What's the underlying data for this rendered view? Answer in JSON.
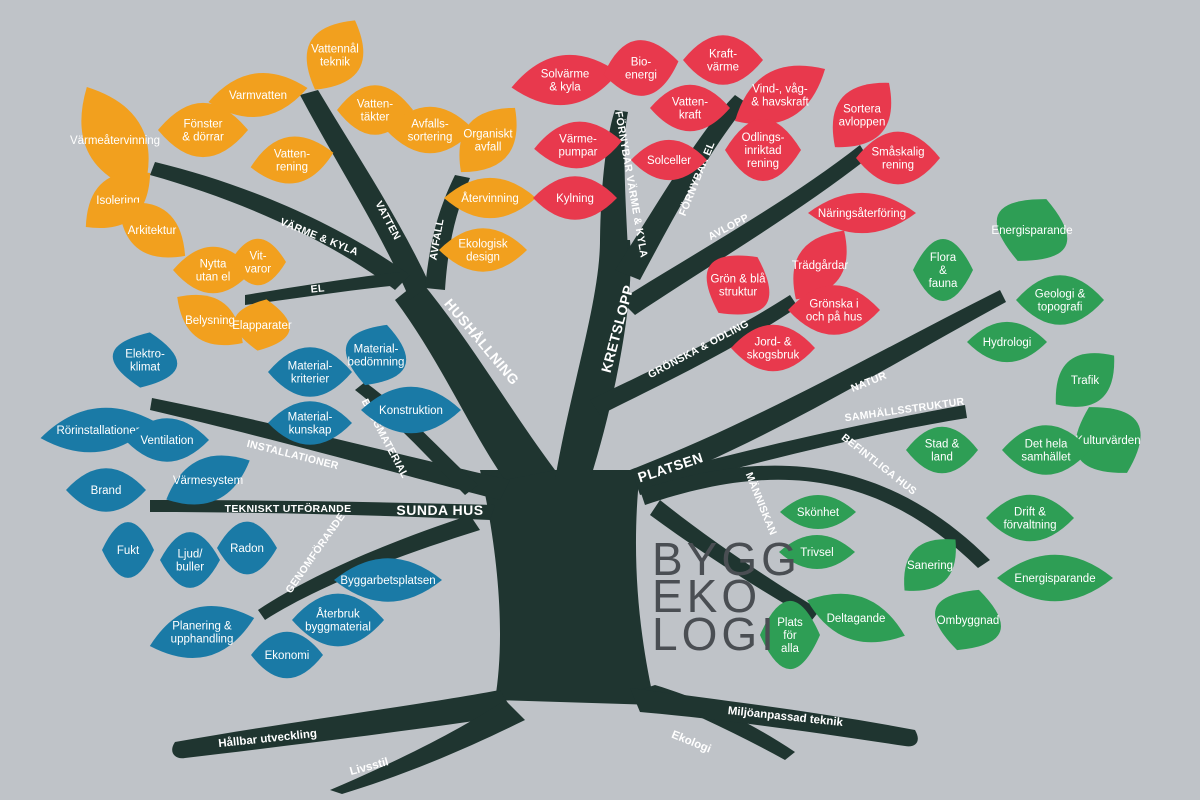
{
  "colors": {
    "background": "#bfc3c8",
    "trunk": "#1f3530",
    "orange": "#f2a01e",
    "red": "#e8394d",
    "blue": "#1a7aa6",
    "green": "#2e9e55"
  },
  "title": [
    "BYGG",
    "EKO",
    "LOGI"
  ],
  "major": {
    "hushallning": "HUSHÅLLNING",
    "kretslopp": "KRETSLOPP",
    "sunda_hus": "SUNDA HUS",
    "platsen": "PLATSEN"
  },
  "branches": {
    "varme_kyla": "VÄRME & KYLA",
    "vatten": "VATTEN",
    "avfall": "AVFALL",
    "el": "EL",
    "fornybar_varme": "FÖRNYBAR VÄRME & KYLA",
    "fornybar_el": "FÖRNYBAR EL",
    "avlopp": "AVLOPP",
    "gronska": "GRÖNSKA & ODLING",
    "installationer": "INSTALLATIONER",
    "byggmaterial": "BYGGMATERIAL",
    "tekniskt": "TEKNISKT UTFÖRANDE",
    "genomforande": "GENOMFÖRANDE",
    "natur": "NATUR",
    "samhallsstruktur": "SAMHÄLLSSTRUKTUR",
    "befintliga": "BEFINTLIGA HUS",
    "manniskan": "MÄNNISKAN"
  },
  "roots": {
    "hallbar": "Hållbar utveckling",
    "livsstil": "Livsstil",
    "ekologi": "Ekologi",
    "miljoanpassad": "Miljöanpassad teknik"
  },
  "leaves": {
    "orange": [
      [
        "Värmeåtervinning"
      ],
      [
        "Isolering"
      ],
      [
        "Arkitektur"
      ],
      [
        "Fönster",
        "& dörrar"
      ],
      [
        "Varmvatten"
      ],
      [
        "Vattennål",
        "teknik"
      ],
      [
        "Vatten-",
        "täkter"
      ],
      [
        "Vatten-",
        "rening"
      ],
      [
        "Avfalls-",
        "sortering"
      ],
      [
        "Organiskt",
        "avfall"
      ],
      [
        "Återvinning"
      ],
      [
        "Ekologisk",
        "design"
      ],
      [
        "Nytta",
        "utan el"
      ],
      [
        "Vit-",
        "varor"
      ],
      [
        "Belysning"
      ],
      [
        "Elapparater"
      ]
    ],
    "red": [
      [
        "Solvärme",
        "& kyla"
      ],
      [
        "Bio-",
        "energi"
      ],
      [
        "Värme-",
        "pumpar"
      ],
      [
        "Kylning"
      ],
      [
        "Kraft-",
        "värme"
      ],
      [
        "Vatten-",
        "kraft"
      ],
      [
        "Solceller"
      ],
      [
        "Vind-, våg-",
        "& havskraft"
      ],
      [
        "Odlings-",
        "inriktad",
        "rening"
      ],
      [
        "Sortera",
        "avloppen"
      ],
      [
        "Småskalig",
        "rening"
      ],
      [
        "Näringsåterföring"
      ],
      [
        "Grön & blå",
        "struktur"
      ],
      [
        "Trädgårdar"
      ],
      [
        "Grönska i",
        "och på hus"
      ],
      [
        "Jord- &",
        "skogsbruk"
      ]
    ],
    "blue": [
      [
        "Elektro-",
        "klimat"
      ],
      [
        "Material-",
        "kriterier"
      ],
      [
        "Material-",
        "bedömning"
      ],
      [
        "Material-",
        "kunskap"
      ],
      [
        "Konstruktion"
      ],
      [
        "Rörinstallationer"
      ],
      [
        "Ventilation"
      ],
      [
        "Värmesystem"
      ],
      [
        "Brand"
      ],
      [
        "Fukt"
      ],
      [
        "Ljud/",
        "buller"
      ],
      [
        "Radon"
      ],
      [
        "Byggarbetsplatsen"
      ],
      [
        "Återbruk",
        "byggmaterial"
      ],
      [
        "Planering &",
        "upphandling"
      ],
      [
        "Ekonomi"
      ]
    ],
    "green": [
      [
        "Flora",
        "&",
        "fauna"
      ],
      [
        "Energisparande"
      ],
      [
        "Geologi &",
        "topografi"
      ],
      [
        "Hydrologi"
      ],
      [
        "Trafik"
      ],
      [
        "Kulturvärden"
      ],
      [
        "Stad &",
        "land"
      ],
      [
        "Det hela",
        "samhället"
      ],
      [
        "Drift &",
        "förvaltning"
      ],
      [
        "Sanering"
      ],
      [
        "Energisparande"
      ],
      [
        "Ombyggnad"
      ],
      [
        "Skönhet"
      ],
      [
        "Trivsel"
      ],
      [
        "Deltagande"
      ],
      [
        "Plats",
        "för",
        "alla"
      ]
    ]
  }
}
